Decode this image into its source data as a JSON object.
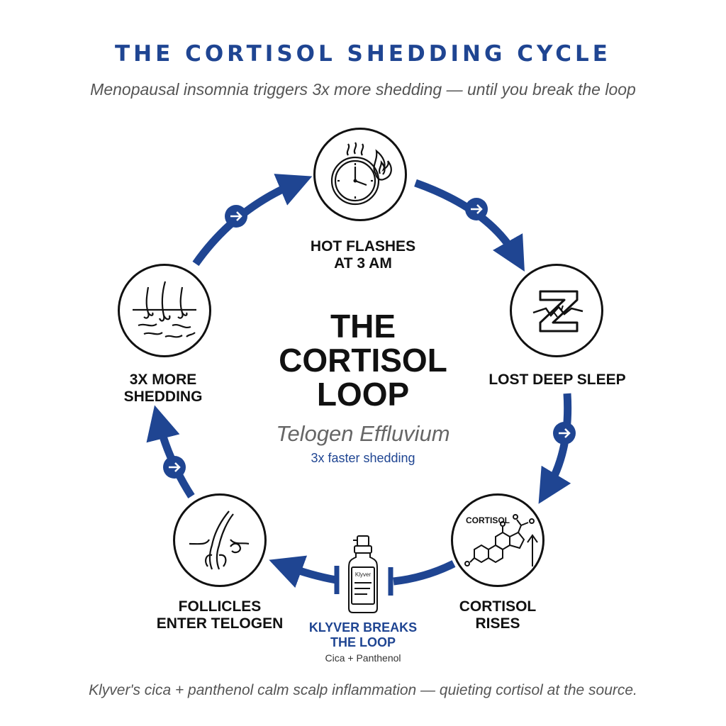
{
  "header": {
    "title": "THE CORTISOL SHEDDING CYCLE",
    "subtitle": "Menopausal insomnia triggers 3x more shedding — until you break the loop"
  },
  "center": {
    "title_lines": [
      "THE",
      "CORTISOL",
      "LOOP"
    ],
    "subtitle": "Telogen Effluvium",
    "note": "3x faster shedding"
  },
  "stages": [
    {
      "label_lines": [
        "HOT FLASHES",
        "AT 3 AM"
      ],
      "icon": "clock-flame-icon"
    },
    {
      "label_lines": [
        "LOST DEEP SLEEP"
      ],
      "icon": "broken-z-icon"
    },
    {
      "label_lines": [
        "CORTISOL",
        "RISES"
      ],
      "icon": "steroid-molecule-icon",
      "icon_text": "CORTISOL"
    },
    {
      "label_lines": [
        "FOLLICLES",
        "ENTER TELOGEN"
      ],
      "icon": "hair-follicle-icon"
    },
    {
      "label_lines": [
        "3X MORE",
        "SHEDDING"
      ],
      "icon": "shedding-hair-icon"
    }
  ],
  "breaker": {
    "label_lines": [
      "KLYVER BREAKS",
      "THE LOOP"
    ],
    "note": "Cica + Panthenol",
    "product_label": "Klyver",
    "icon": "spray-bottle-icon"
  },
  "footer": {
    "note": "Klyver's cica + panthenol calm scalp inflammation — quieting cortisol at the source."
  },
  "colors": {
    "accent": "#1f4592",
    "ink": "#111111",
    "muted": "#555555"
  }
}
